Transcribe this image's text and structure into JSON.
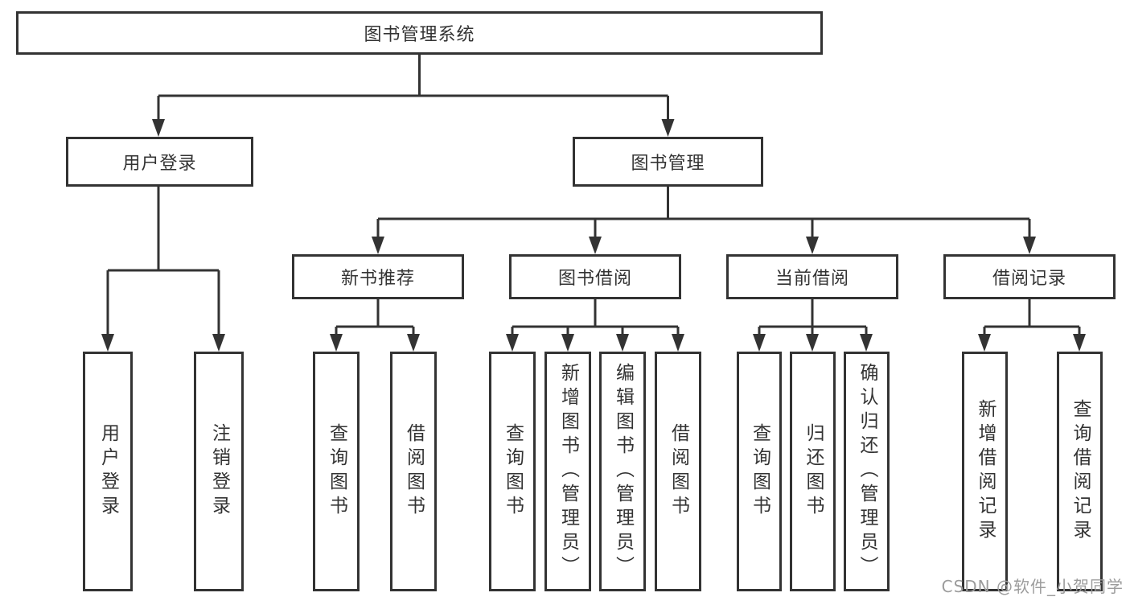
{
  "diagram_title": "图书管理系统",
  "colors": {
    "line": "#333333",
    "box_border": "#333333",
    "text": "#333333",
    "background": "#ffffff",
    "watermark": "#9c9c9c"
  },
  "tree": {
    "root": "图书管理系统",
    "children": [
      {
        "label": "用户登录",
        "children": [
          "用户登录",
          "注销登录"
        ]
      },
      {
        "label": "图书管理",
        "children": [
          {
            "label": "新书推荐",
            "children": [
              "查询图书",
              "借阅图书"
            ]
          },
          {
            "label": "图书借阅",
            "children": [
              "查询图书",
              "新增图书（管理员）",
              "编辑图书（管理员）",
              "借阅图书"
            ]
          },
          {
            "label": "当前借阅",
            "children": [
              "查询图书",
              "归还图书",
              "确认归还（管理员）"
            ]
          },
          {
            "label": "借阅记录",
            "children": [
              "新增借阅记录",
              "查询借阅记录"
            ]
          }
        ]
      }
    ]
  },
  "watermark": "CSDN @软件_小贺同学"
}
